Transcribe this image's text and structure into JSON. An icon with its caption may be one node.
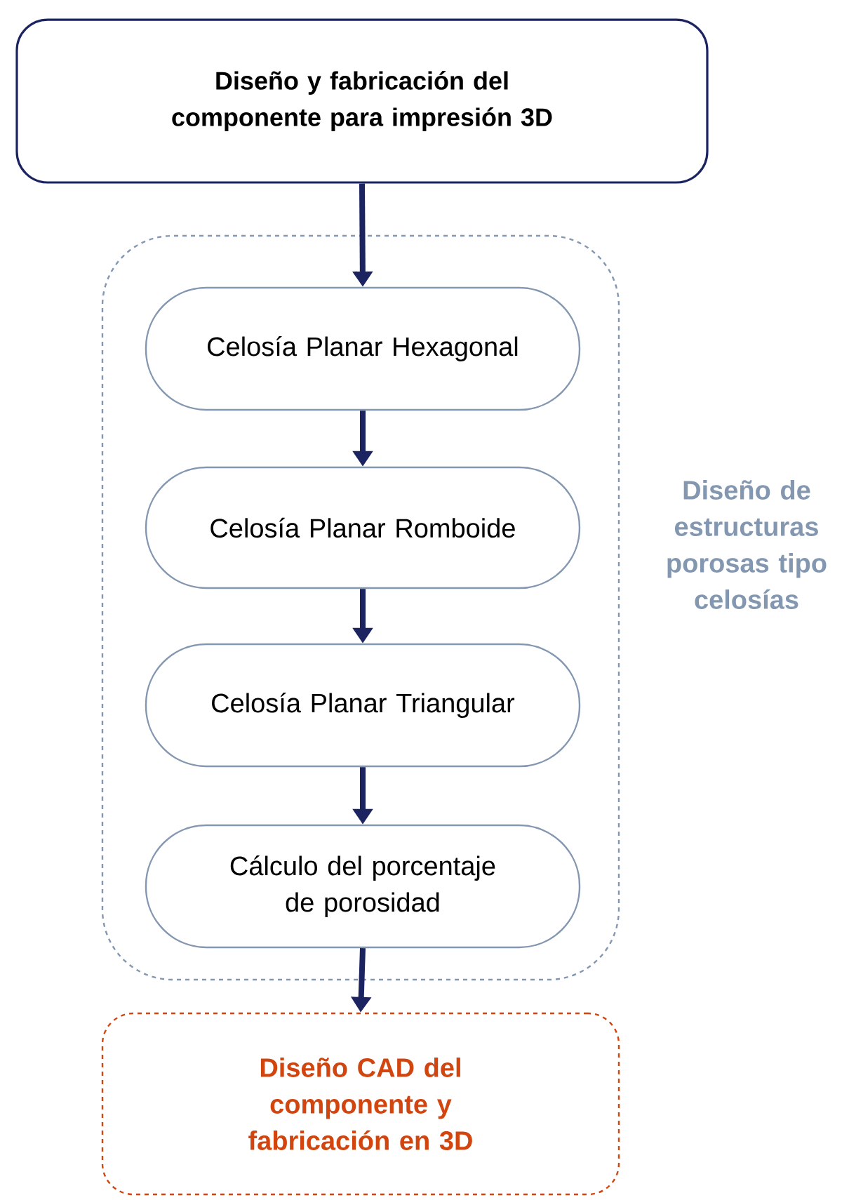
{
  "diagram": {
    "nodes": [
      {
        "text": [
          "Diseño y fabricación del componente para impresión 3D"
        ]
      },
      {
        "text": [
          "Diseño de estructuras porosas tipo celosías"
        ]
      },
      {
        "text": [
          "Celosía Planar Hexagonal"
        ],
        "in": 1
      },
      {
        "text": [
          "Celosía Planar Romboide"
        ],
        "in": 1
      },
      {
        "text": [
          "Celosía Planar Triangular"
        ],
        "in": 1
      },
      {
        "text": [
          "Cálculo del porcentaje de porosidad"
        ],
        "in": 1
      },
      {
        "text": [
          "Diseño CAD del componente y fabricación en 3D"
        ]
      }
    ],
    "edges": [
      {
        "from": 0,
        "to": 2,
        "arrow": "to"
      },
      {
        "from": 2,
        "to": 3,
        "arrow": "to"
      },
      {
        "from": 3,
        "to": 4,
        "arrow": "to"
      },
      {
        "from": 4,
        "to": 5,
        "arrow": "to"
      },
      {
        "from": 5,
        "to": 6,
        "arrow": "to"
      }
    ]
  }
}
